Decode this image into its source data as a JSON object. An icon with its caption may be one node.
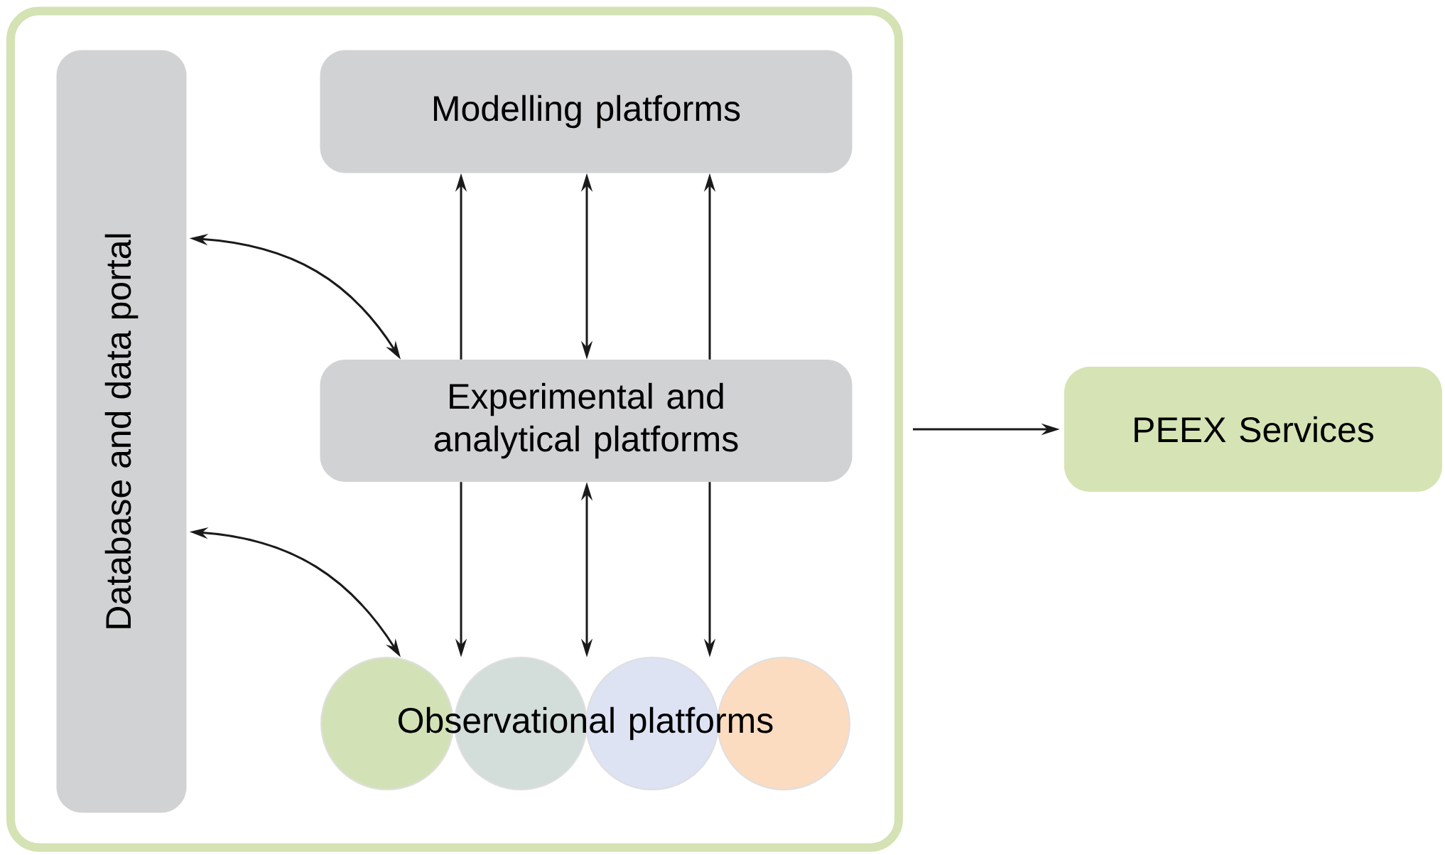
{
  "diagram": {
    "nodes": [
      {
        "text": [],
        "shape": "box"
      },
      {
        "text": [
          "Database and data portal"
        ],
        "in": 0
      },
      {
        "text": [
          "Modelling platforms"
        ],
        "in": 0
      },
      {
        "text": [
          "Experimental and analytical platforms"
        ],
        "in": 0
      },
      {
        "text": [
          "Observational platforms"
        ],
        "in": 0
      },
      {
        "text": [
          "PEEX Services"
        ]
      }
    ],
    "edges": [
      {
        "from": 1,
        "to": 3,
        "arrow": "both"
      },
      {
        "from": 3,
        "to": 2,
        "arrow": "to"
      },
      {
        "from": 2,
        "to": 3,
        "arrow": "both"
      },
      {
        "from": 3,
        "to": 2,
        "arrow": "to"
      },
      {
        "from": 1,
        "to": 4,
        "arrow": "both"
      },
      {
        "from": 3,
        "to": 4,
        "arrow": "to"
      },
      {
        "from": 3,
        "to": 4,
        "arrow": "both"
      },
      {
        "from": 3,
        "to": 4,
        "arrow": "to"
      },
      {
        "from": 0,
        "to": 5,
        "arrow": "to"
      }
    ]
  }
}
